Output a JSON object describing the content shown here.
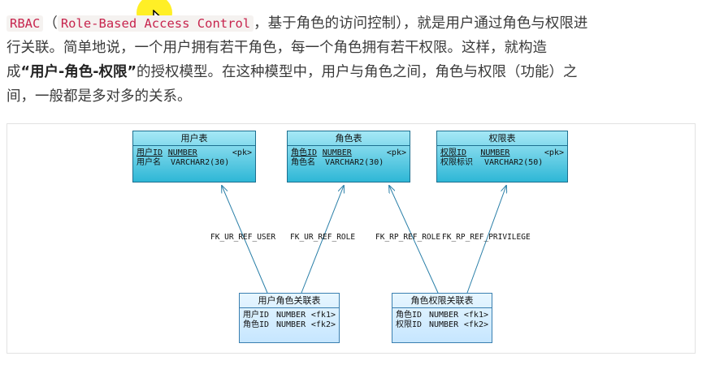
{
  "paragraph": {
    "code1": "RBAC",
    "open_paren": "（",
    "code2": "Role-Based Access Control",
    "text1": "，基于角色的访问控制），就是用户通过角色与权限进",
    "line2": "行关联。简单地说，一个用户拥有若干角色，每一个角色拥有若干权限。这样，就构造",
    "line3_prefix": "成",
    "line3_bold": "“用户-角色-权限”",
    "line3_suffix": "的授权模型。在这种模型中，用户与角色之间，角色与权限（功能）之",
    "line4": "间，一般都是多对多的关系。"
  },
  "diagram": {
    "user_table": {
      "title": "用户表",
      "rows": [
        {
          "col": "用户ID",
          "type": "NUMBER",
          "key": "<pk>"
        },
        {
          "col": "用户名",
          "type": "VARCHAR2(30)",
          "key": ""
        }
      ]
    },
    "role_table": {
      "title": "角色表",
      "rows": [
        {
          "col": "角色ID",
          "type": "NUMBER",
          "key": "<pk>"
        },
        {
          "col": "角色名",
          "type": "VARCHAR2(30)",
          "key": ""
        }
      ]
    },
    "privilege_table": {
      "title": "权限表",
      "rows": [
        {
          "col": "权限ID",
          "type": "NUMBER",
          "key": "<pk>"
        },
        {
          "col": "权限标识",
          "type": "VARCHAR2(50)",
          "key": ""
        }
      ]
    },
    "user_role_table": {
      "title": "用户角色关联表",
      "rows": [
        {
          "col": "用户ID",
          "type": "NUMBER",
          "key": "<fk1>"
        },
        {
          "col": "角色ID",
          "type": "NUMBER",
          "key": "<fk2>"
        }
      ]
    },
    "role_privilege_table": {
      "title": "角色权限关联表",
      "rows": [
        {
          "col": "角色ID",
          "type": "NUMBER",
          "key": "<fk1>"
        },
        {
          "col": "权限ID",
          "type": "NUMBER",
          "key": "<fk2>"
        }
      ]
    },
    "fk_labels": {
      "ur_user": "FK_UR_REF_USER",
      "ur_role": "FK_UR_REF_ROLE",
      "rp_role": "FK_RP_REF_ROLE",
      "rp_privilege": "FK_RP_REF_PRIVILEGE"
    },
    "line_color": "#2a7fa8"
  }
}
